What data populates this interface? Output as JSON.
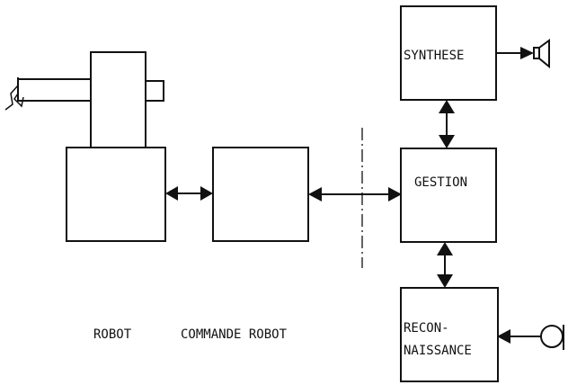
{
  "blocks": {
    "synthese": "SYNTHESE",
    "gestion": "GESTION",
    "reconnaissance_line1": "RECON-",
    "reconnaissance_line2": "NAISSANCE"
  },
  "captions": {
    "robot": "ROBOT",
    "commande_robot": "COMMANDE ROBOT"
  }
}
